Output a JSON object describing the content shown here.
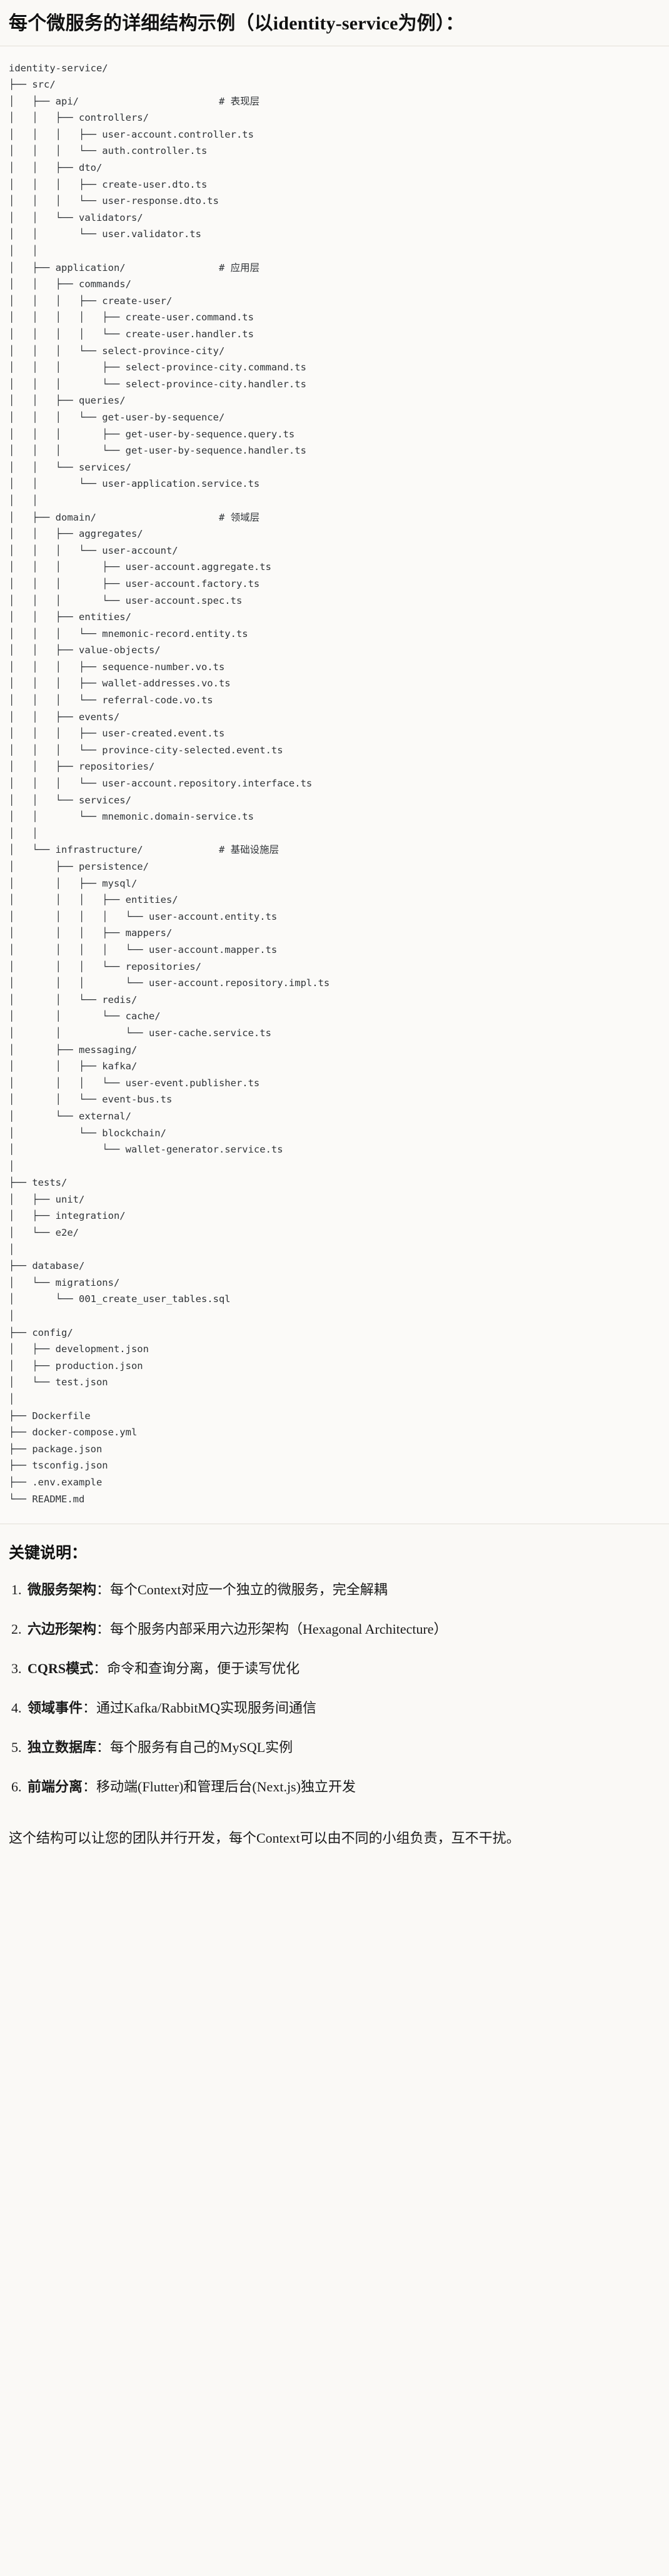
{
  "document": {
    "title": "每个微服务的详细结构示例（以identity-service为例）：",
    "tree": "identity-service/\n├── src/\n│   ├── api/                        # 表现层\n│   │   ├── controllers/\n│   │   │   ├── user-account.controller.ts\n│   │   │   └── auth.controller.ts\n│   │   ├── dto/\n│   │   │   ├── create-user.dto.ts\n│   │   │   └── user-response.dto.ts\n│   │   └── validators/\n│   │       └── user.validator.ts\n│   │\n│   ├── application/                # 应用层\n│   │   ├── commands/\n│   │   │   ├── create-user/\n│   │   │   │   ├── create-user.command.ts\n│   │   │   │   └── create-user.handler.ts\n│   │   │   └── select-province-city/\n│   │   │       ├── select-province-city.command.ts\n│   │   │       └── select-province-city.handler.ts\n│   │   ├── queries/\n│   │   │   └── get-user-by-sequence/\n│   │   │       ├── get-user-by-sequence.query.ts\n│   │   │       └── get-user-by-sequence.handler.ts\n│   │   └── services/\n│   │       └── user-application.service.ts\n│   │\n│   ├── domain/                     # 领域层\n│   │   ├── aggregates/\n│   │   │   └── user-account/\n│   │   │       ├── user-account.aggregate.ts\n│   │   │       ├── user-account.factory.ts\n│   │   │       └── user-account.spec.ts\n│   │   ├── entities/\n│   │   │   └── mnemonic-record.entity.ts\n│   │   ├── value-objects/\n│   │   │   ├── sequence-number.vo.ts\n│   │   │   ├── wallet-addresses.vo.ts\n│   │   │   └── referral-code.vo.ts\n│   │   ├── events/\n│   │   │   ├── user-created.event.ts\n│   │   │   └── province-city-selected.event.ts\n│   │   ├── repositories/\n│   │   │   └── user-account.repository.interface.ts\n│   │   └── services/\n│   │       └── mnemonic.domain-service.ts\n│   │\n│   └── infrastructure/             # 基础设施层\n│       ├── persistence/\n│       │   ├── mysql/\n│       │   │   ├── entities/\n│       │   │   │   └── user-account.entity.ts\n│       │   │   ├── mappers/\n│       │   │   │   └── user-account.mapper.ts\n│       │   │   └── repositories/\n│       │   │       └── user-account.repository.impl.ts\n│       │   └── redis/\n│       │       └── cache/\n│       │           └── user-cache.service.ts\n│       ├── messaging/\n│       │   ├── kafka/\n│       │   │   └── user-event.publisher.ts\n│       │   └── event-bus.ts\n│       └── external/\n│           └── blockchain/\n│               └── wallet-generator.service.ts\n│\n├── tests/\n│   ├── unit/\n│   ├── integration/\n│   └── e2e/\n│\n├── database/\n│   └── migrations/\n│       └── 001_create_user_tables.sql\n│\n├── config/\n│   ├── development.json\n│   ├── production.json\n│   └── test.json\n│\n├── Dockerfile\n├── docker-compose.yml\n├── package.json\n├── tsconfig.json\n├── .env.example\n└── README.md",
    "notes_title": "关键说明：",
    "notes": [
      {
        "term": "微服务架构",
        "sep": "：",
        "text": "每个Context对应一个独立的微服务，完全解耦"
      },
      {
        "term": "六边形架构",
        "sep": "：",
        "text": "每个服务内部采用六边形架构（Hexagonal Architecture）"
      },
      {
        "term": "CQRS模式",
        "sep": "：",
        "text": "命令和查询分离，便于读写优化"
      },
      {
        "term": "领域事件",
        "sep": "：",
        "text": "通过Kafka/RabbitMQ实现服务间通信"
      },
      {
        "term": "独立数据库",
        "sep": "：",
        "text": "每个服务有自己的MySQL实例"
      },
      {
        "term": "前端分离",
        "sep": "：",
        "text": "移动端(Flutter)和管理后台(Next.js)独立开发"
      }
    ],
    "closing": "这个结构可以让您的团队并行开发，每个Context可以由不同的小组负责，互不干扰。",
    "colors": {
      "page_background": "#faf9f6",
      "code_background": "#fbfaf8",
      "text": "#1a1a1a",
      "code_text": "#2f3337",
      "rule": "#e3e0d8"
    }
  }
}
